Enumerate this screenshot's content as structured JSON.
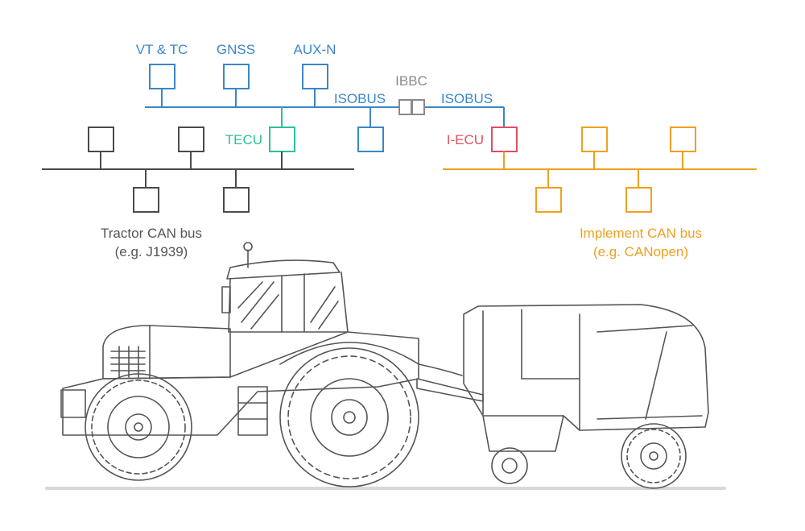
{
  "colors": {
    "isobus": "#3a86c8",
    "tractor_bus": "#4a4a4a",
    "implement_bus": "#f0a020",
    "tecu": "#2bbf9a",
    "iecu": "#e05060",
    "ibbc": "#8a8a8a",
    "drawing": "#555555"
  },
  "labels": {
    "vt_tc": "VT & TC",
    "gnss": "GNSS",
    "aux_n": "AUX-N",
    "ibbc": "IBBC",
    "isobus_left": "ISOBUS",
    "isobus_right": "ISOBUS",
    "tecu": "TECU",
    "iecu": "I-ECU",
    "tractor_bus_line1": "Tractor CAN bus",
    "tractor_bus_line2": "(e.g. J1939)",
    "implement_bus_line1": "Implement CAN bus",
    "implement_bus_line2": "(e.g. CANopen)"
  }
}
